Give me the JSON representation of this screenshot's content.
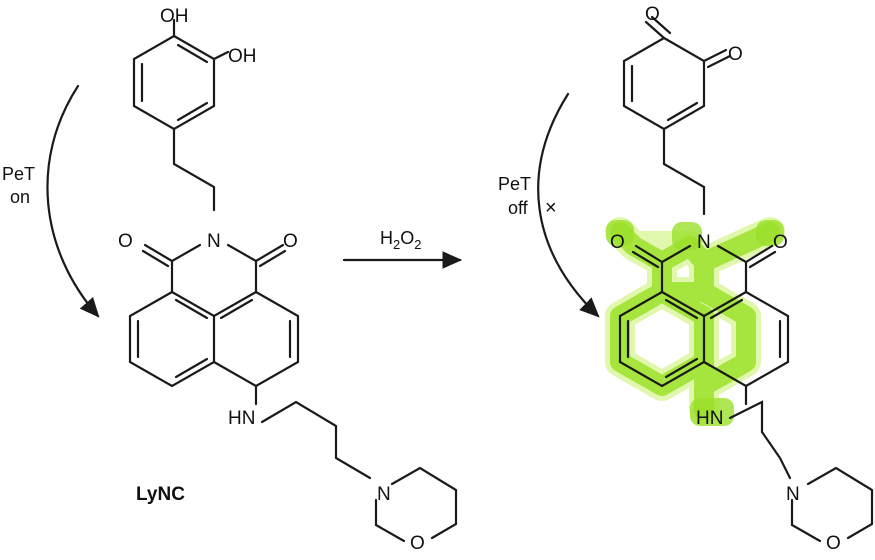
{
  "left_molecule": {
    "hydroxyl_1": "OH",
    "hydroxyl_2": "OH",
    "imide_o_left": "O",
    "imide_n": "N",
    "imide_o_right": "O",
    "amine": "HN",
    "morpholine_n": "N",
    "morpholine_o": "O",
    "name": "LyNC",
    "pet_line1": "PeT",
    "pet_line2": "on"
  },
  "reaction": {
    "reagent_main": "H",
    "reagent_sub": "2",
    "reagent_main2": "O",
    "reagent_sub2": "2"
  },
  "right_molecule": {
    "quinone_o1": "O",
    "quinone_o2": "O",
    "imide_o_left": "O",
    "imide_n": "N",
    "imide_o_right": "O",
    "amine": "HN",
    "morpholine_n": "N",
    "morpholine_o": "O",
    "pet_line1": "PeT",
    "pet_line2": "off",
    "pet_blocked_mark": "×",
    "highlight_color": "#9be02a"
  }
}
